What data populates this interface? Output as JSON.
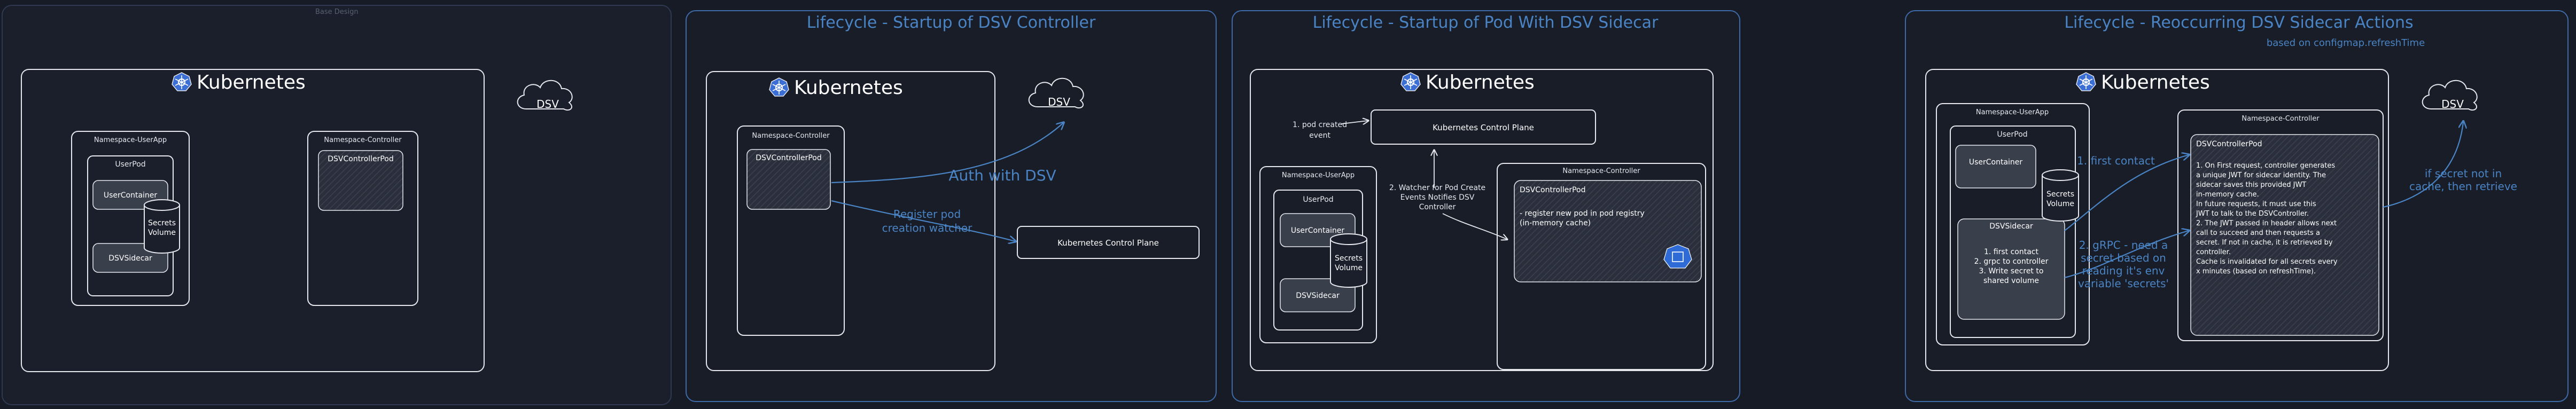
{
  "frames": {
    "base_design": "Base Design",
    "startup_controller": "Lifecycle - Startup of DSV Controller",
    "startup_pod": "Lifecycle - Startup of Pod With DSV Sidecar",
    "reoccurring": "Lifecycle - Reoccurring DSV Sidecar Actions",
    "reoccurring_subtitle": "based on configmap.refreshTime"
  },
  "labels": {
    "kubernetes": "Kubernetes",
    "dsv": "DSV",
    "namespace_userapp": "Namespace-UserApp",
    "namespace_controller": "Namespace-Controller",
    "userpod": "UserPod",
    "usercontainer": "UserContainer",
    "dsvsidecar": "DSVSidecar",
    "secrets_volume_1": "Secrets",
    "secrets_volume_2": "Volume",
    "dsvcontrollerpod": "DSVControllerPod",
    "kubernetes_control_plane": "Kubernetes Control Plane"
  },
  "controller_startup": {
    "auth": "Auth with DSV",
    "register_1": "Register pod",
    "register_2": "creation watcher"
  },
  "pod_startup": {
    "pod_created_1": "1. pod created",
    "pod_created_2": "event",
    "watcher_1": "2. Watcher for Pod Create",
    "watcher_2": "Events Notifies DSV",
    "watcher_3": "Controller",
    "register_1": "- register new pod in pod registry",
    "register_2": "(in-memory cache)"
  },
  "reoccurring": {
    "first_contact": "1. first contact",
    "sidecar_steps": [
      "1. first contact",
      "2. grpc to controller",
      "3. Write secret to",
      "shared volume"
    ],
    "grpc_note": [
      "2. gRPC - need a",
      "secret based on",
      "reading it's env",
      "variable 'secrets'"
    ],
    "retrieve_note": [
      "if secret not in",
      "cache, then retrieve"
    ],
    "controller_text": [
      "1. On First request, controller generates",
      "a unique JWT for sidecar identity. The",
      "sidecar saves this provided JWT",
      "in-memory cache.",
      "   In future requests, it must use this",
      "JWT to talk to the DSVController.",
      "2. The JWT passed in header allows next",
      "call to succeed and then requests a",
      "secret. If not in cache, it is retrieved by",
      "controller.",
      "Cache is invalidated for all secrets every",
      "x minutes (based on refreshTime)."
    ]
  }
}
